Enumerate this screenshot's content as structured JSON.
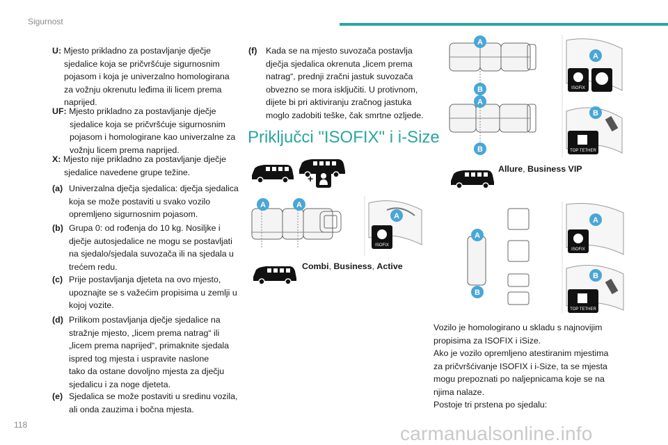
{
  "header": {
    "title": "Sigurnost"
  },
  "page_number": "118",
  "watermark": "carmanualsonline.info",
  "left_items": [
    {
      "label": "U:",
      "first": "Mjesto prikladno za postavljanje dječje",
      "rest": [
        "sjedalice koja se pričvršćuje sigurnosnim",
        "pojasom i koja je univerzalno homologirana",
        "za vožnju okrenutu leđima ili licem prema",
        "naprijed."
      ]
    },
    {
      "label": "UF:",
      "first": "Mjesto prikladno za postavljanje dječje",
      "rest": [
        "sjedalice koja se pričvršćuje sigurnosnim",
        "pojasom i homologirane kao univerzalne za",
        "vožnju licem prema naprijed."
      ]
    },
    {
      "label": "X:",
      "first": "Mjesto nije prikladno za postavljanje dječje",
      "rest": [
        "sjedalice navedene grupe težine."
      ]
    },
    {
      "label": "(a)",
      "first": "Univerzalna dječja sjedalica: dječja sjedalica",
      "rest": [
        "koja se može postaviti u svako vozilo",
        "opremljeno sigurnosnim pojasom."
      ]
    },
    {
      "label": "(b)",
      "first": "Grupa 0: od rođenja do 10 kg. Nosiljke i",
      "rest": [
        "dječje autosjedalice ne mogu se postavljati",
        "na sjedalo/sjedala suvozača ili na sjedala u",
        "trećem redu."
      ]
    },
    {
      "label": "(c)",
      "first": "Prije postavljanja djeteta na ovo mjesto,",
      "rest": [
        "upoznajte se s važećim propisima u zemlji u",
        "kojoj vozite."
      ]
    },
    {
      "label": "(d)",
      "first": "Prilikom postavljanja dječje sjedalice na",
      "rest": [
        "stražnje mjesto, „licem prema natrag“ ili",
        "„licem prema naprijed“, primaknite sjedala",
        "ispred tog mjesta i uspravite naslone",
        "tako da ostane dovoljno mjesta za dječju",
        "sjedalicu i za noge djeteta."
      ]
    },
    {
      "label": "(e)",
      "first": "Sjedalica se može postaviti u sredinu vozila,",
      "rest": [
        "ali onda zauzima i bočna mjesta."
      ]
    }
  ],
  "mid_item": {
    "label": "(f)",
    "first": "Kada se na mjesto suvozača postavlja",
    "rest": [
      "dječja sjedalica okrenuta „licem prema",
      "natrag“, prednji zračni jastuk suvozača",
      "obvezno se mora isključiti. U protivnom,",
      "dijete bi pri aktiviranju zračnog jastuka",
      "moglo zadobiti teške, čak smrtne ozljede."
    ]
  },
  "section_title": "Priključci \"ISOFIX\" i i-Size",
  "captions": {
    "combi": {
      "a": "Combi",
      "sep1": ", ",
      "b": "Business",
      "sep2": ", ",
      "c": "Active"
    },
    "allure": {
      "a": "Allure",
      "sep1": ", ",
      "b": "Business VIP"
    }
  },
  "marker_labels": {
    "a": "A",
    "b": "B"
  },
  "icon_labels": {
    "isofix": "ISOFIX",
    "top_tether": "TOP TETHER"
  },
  "body_text": [
    "Vozilo je homologirano u skladu s najnovijim",
    "propisima za ISOFIX i iSize.",
    "Ako je vozilo opremljeno atestiranim mjestima",
    "za pričvršćivanje ISOFIX i i-Size, ta se mjesta",
    "mogu prepoznati po naljepnicama koje se na",
    "njima nalaze.",
    "Postoje tri prstena po sjedalu:"
  ],
  "colors": {
    "accent": "#2aa6a0",
    "marker": "#4aa6d6",
    "text": "#1a1a1a"
  }
}
